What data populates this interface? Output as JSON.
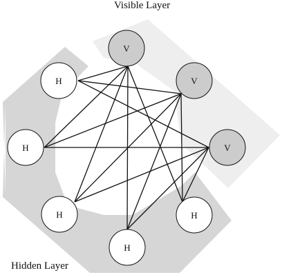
{
  "labels": {
    "visible_layer": "Visible Layer",
    "hidden_layer": "Hidden Layer"
  },
  "colors": {
    "visible_band": "#eeeeee",
    "hidden_band": "#d6d6d6",
    "visible_node_fill": "#cccccc",
    "hidden_node_fill": "#ffffff",
    "stroke": "#111111"
  },
  "nodes": [
    {
      "id": "v1",
      "layer": "visible",
      "label": "V"
    },
    {
      "id": "v2",
      "layer": "visible",
      "label": "V"
    },
    {
      "id": "v3",
      "layer": "visible",
      "label": "V"
    },
    {
      "id": "h1",
      "layer": "hidden",
      "label": "H"
    },
    {
      "id": "h2",
      "layer": "hidden",
      "label": "H"
    },
    {
      "id": "h3",
      "layer": "hidden",
      "label": "H"
    },
    {
      "id": "h4",
      "layer": "hidden",
      "label": "H"
    },
    {
      "id": "h5",
      "layer": "hidden",
      "label": "H"
    }
  ],
  "edges": [
    [
      "v1",
      "h1"
    ],
    [
      "v1",
      "h2"
    ],
    [
      "v1",
      "h3"
    ],
    [
      "v1",
      "h4"
    ],
    [
      "v1",
      "h5"
    ],
    [
      "v2",
      "h1"
    ],
    [
      "v2",
      "h2"
    ],
    [
      "v2",
      "h3"
    ],
    [
      "v2",
      "h4"
    ],
    [
      "v2",
      "h5"
    ],
    [
      "v3",
      "h1"
    ],
    [
      "v3",
      "h2"
    ],
    [
      "v3",
      "h3"
    ],
    [
      "v3",
      "h4"
    ],
    [
      "v3",
      "h5"
    ]
  ]
}
